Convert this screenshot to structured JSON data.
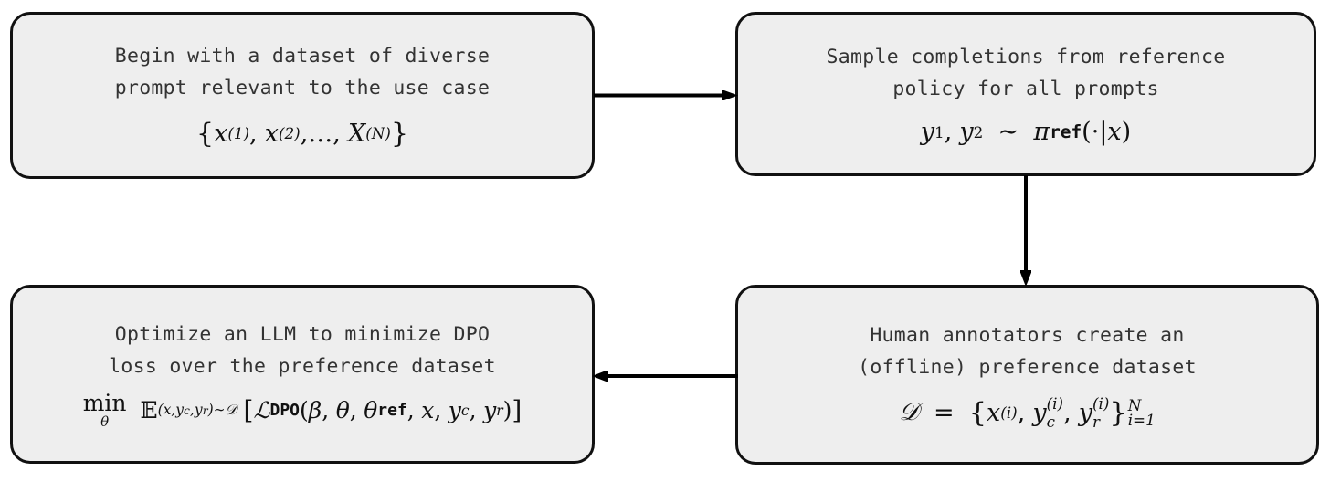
{
  "diagram": {
    "title": "DPO training pipeline flowchart",
    "colors": {
      "page_background": "#ffffff",
      "node_fill": "#eeeeee",
      "node_border": "#111111",
      "text": "#333333",
      "formula": "#111111",
      "arrow": "#000000"
    },
    "nodes": [
      {
        "id": "prompts",
        "text": "Begin with a dataset of diverse\nprompt relevant to the use case",
        "formula_plain": "{x^(1), x^(2),..., X^(N)}"
      },
      {
        "id": "sample",
        "text": "Sample completions from reference\npolicy for all prompts",
        "formula_plain": "y_1, y_2 ~ pi_ref(.|x)"
      },
      {
        "id": "annotate",
        "text": "Human annotators create an\n(offline) preference dataset",
        "formula_plain": "D = {x^(i), y_c^(i), y_r^(i)}_{i=1}^{N}"
      },
      {
        "id": "optimize",
        "text": "Optimize an LLM to minimize DPO\nloss over the preference dataset",
        "formula_plain": "min_theta E_{(x,y_c,y_r)~D}[L_DPO(beta, theta, theta_ref, x, y_c, y_r)]"
      }
    ],
    "arrows": [
      {
        "id": "prompts-to-sample",
        "from": "prompts",
        "to": "sample",
        "direction": "right"
      },
      {
        "id": "sample-to-annotate",
        "from": "sample",
        "to": "annotate",
        "direction": "down"
      },
      {
        "id": "annotate-to-optimize",
        "from": "annotate",
        "to": "optimize",
        "direction": "left"
      }
    ]
  }
}
